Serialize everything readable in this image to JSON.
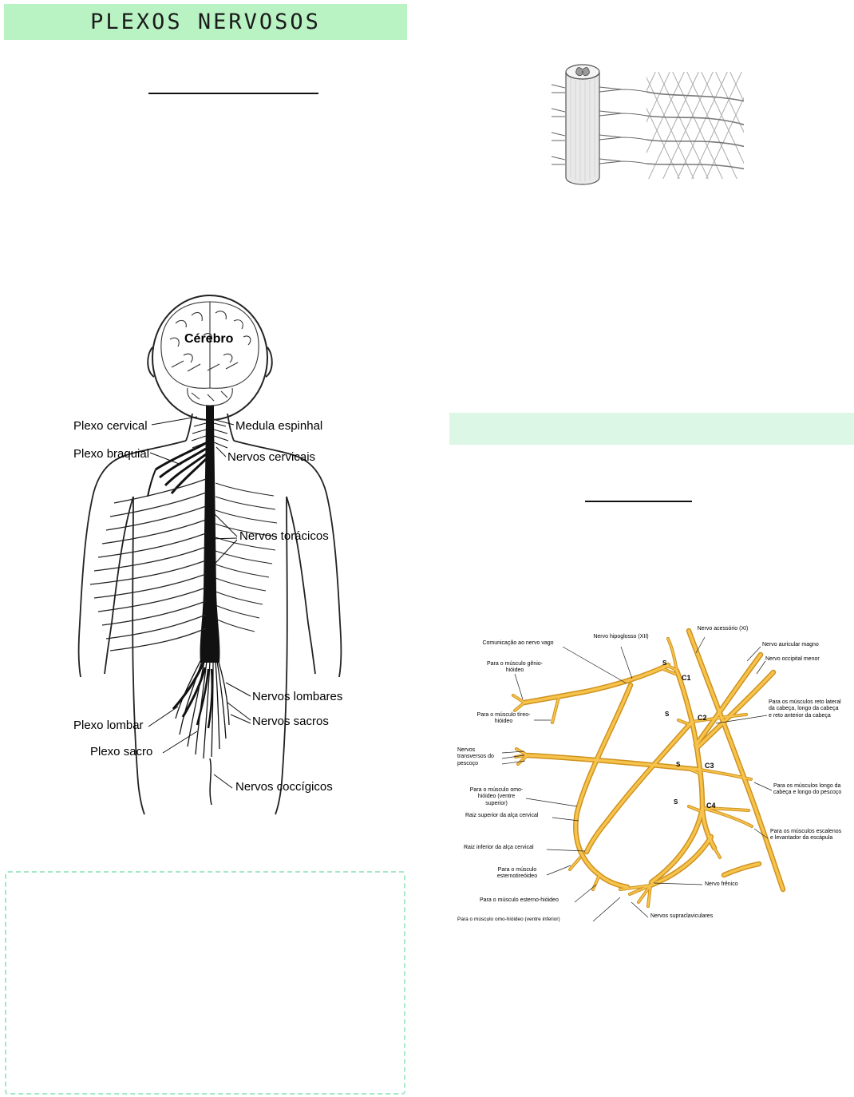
{
  "header": {
    "title": "PLEXOS NERVOSOS"
  },
  "colors": {
    "header_band": "#b9f2c3",
    "section_band": "#dcf7e5",
    "nerve_yellow": "#f6c34d",
    "nerve_outline": "#cf921e",
    "dashed_box_border": "#a5e8c6"
  },
  "body_figure": {
    "labels": {
      "cerebro": "Cérebro",
      "plexo_cervical": "Plexo cervical",
      "medula_espinhal": "Medula espinhal",
      "plexo_braquial": "Plexo braquial",
      "nervos_cervicais": "Nervos cervicais",
      "nervos_toracicos": "Nervos torácicos",
      "nervos_lombares": "Nervos lombares",
      "nervos_sacros": "Nervos sacros",
      "plexo_lombar": "Plexo lombar",
      "plexo_sacro": "Plexo sacro",
      "nervos_coccigicos": "Nervos coccígicos"
    }
  },
  "cervical_figure": {
    "labels": {
      "comunicacao_vago": "Comunicação ao nervo vago",
      "genio_hioideo": "Para o músculo gênio-hióideo",
      "hipoglosso": "Nervo hipoglosso (XII)",
      "acessorio": "Nervo acessório (XI)",
      "auricular_magno": "Nervo auricular magno",
      "occipital_menor": "Nervo occipital menor",
      "reto_lateral": "Para os músculos reto lateral da cabeça, longo da cabeça e reto anterior da cabeça",
      "tireo_hioideo": "Para o músculo tíreo-hióideo",
      "transversos": "Nervos transversos do pescoço",
      "omo_hioideo_sup": "Para o músculo omo-hióideo (ventre superior)",
      "raiz_superior": "Raiz superior da alça cervical",
      "raiz_inferior": "Raiz inferior da alça cervical",
      "esternotireoideo": "Para o músculo esternotireóideo",
      "esterno_hioideo": "Para o músculo esterno-hióideo",
      "omo_hioideo_inf": "Para o músculo omo-hióideo (ventre inferior)",
      "longo_cabeca": "Para os músculos longo da cabeça e longo do pescoço",
      "escalenos": "Para os músculos escalenos e levantador da escápula",
      "frenico": "Nervo frênico",
      "supraclaviculares": "Nervos supraclaviculares",
      "c1": "C1",
      "c2": "C2",
      "c3": "C3",
      "c4": "C4",
      "s": "S"
    }
  }
}
